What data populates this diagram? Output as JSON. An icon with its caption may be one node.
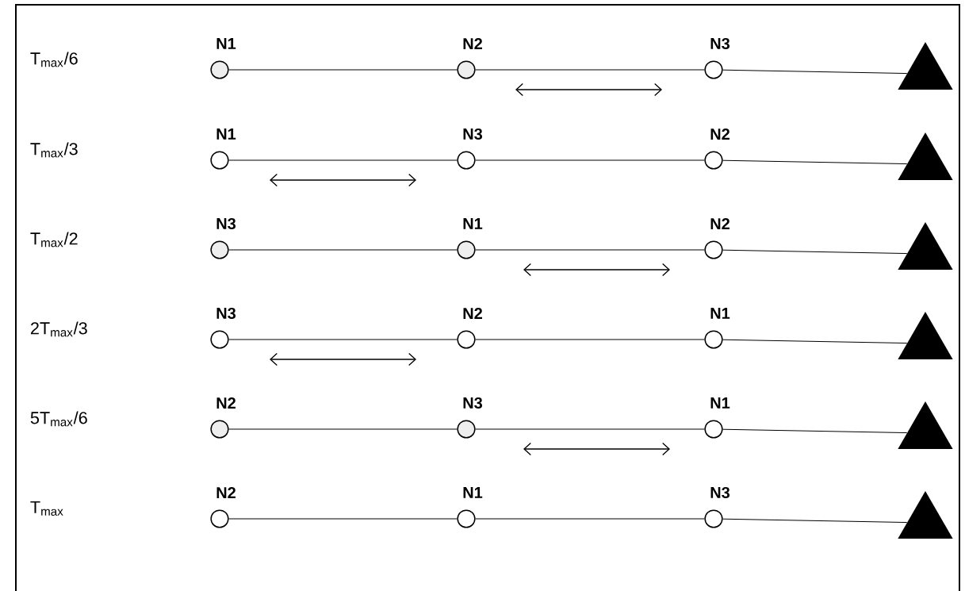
{
  "diagram": {
    "nodes": [
      {
        "text": [
          "N1"
        ]
      },
      {
        "text": [
          "N2"
        ]
      },
      {
        "text": [
          "N3"
        ]
      },
      {
        "text": [],
        "shape": "triangle"
      },
      {
        "text": [
          "N1"
        ]
      },
      {
        "text": [
          "N3"
        ]
      },
      {
        "text": [
          "N2"
        ]
      },
      {
        "text": [],
        "shape": "triangle"
      },
      {
        "text": [
          "N3"
        ]
      },
      {
        "text": [
          "N1"
        ]
      },
      {
        "text": [
          "N2"
        ]
      },
      {
        "text": [],
        "shape": "triangle"
      },
      {
        "text": [
          "N3"
        ]
      },
      {
        "text": [
          "N2"
        ]
      },
      {
        "text": [
          "N1"
        ]
      },
      {
        "text": [],
        "shape": "triangle"
      },
      {
        "text": [
          "N2"
        ]
      },
      {
        "text": [
          "N3"
        ]
      },
      {
        "text": [
          "N1"
        ]
      },
      {
        "text": [],
        "shape": "triangle"
      },
      {
        "text": [
          "N2"
        ]
      },
      {
        "text": [
          "N1"
        ]
      },
      {
        "text": [
          "N3"
        ]
      },
      {
        "text": [],
        "shape": "triangle"
      }
    ],
    "edges": [
      {
        "from": 0,
        "to": 1,
        "arrow": "none"
      },
      {
        "from": 1,
        "to": 2,
        "arrow": "none"
      },
      {
        "from": 2,
        "to": 3,
        "arrow": "none"
      },
      {
        "from": 4,
        "to": 5,
        "arrow": "none"
      },
      {
        "from": 5,
        "to": 6,
        "arrow": "none"
      },
      {
        "from": 6,
        "to": 7,
        "arrow": "none"
      },
      {
        "from": 8,
        "to": 9,
        "arrow": "none"
      },
      {
        "from": 9,
        "to": 10,
        "arrow": "none"
      },
      {
        "from": 10,
        "to": 11,
        "arrow": "none"
      },
      {
        "from": 12,
        "to": 13,
        "arrow": "none"
      },
      {
        "from": 13,
        "to": 14,
        "arrow": "none"
      },
      {
        "from": 14,
        "to": 15,
        "arrow": "none"
      },
      {
        "from": 16,
        "to": 17,
        "arrow": "none"
      },
      {
        "from": 17,
        "to": 18,
        "arrow": "none"
      },
      {
        "from": 18,
        "to": 19,
        "arrow": "none"
      },
      {
        "from": 20,
        "to": 21,
        "arrow": "none"
      },
      {
        "from": 21,
        "to": 22,
        "arrow": "none"
      },
      {
        "from": 22,
        "to": 23,
        "arrow": "none"
      }
    ],
    "labels": [
      "T$_{max}$/6",
      "T$_{max}$/3",
      "T$_{max}$/2",
      "2T$_{max}$/3",
      "5T$_{max}$/6",
      "T$_{max}$"
    ]
  }
}
